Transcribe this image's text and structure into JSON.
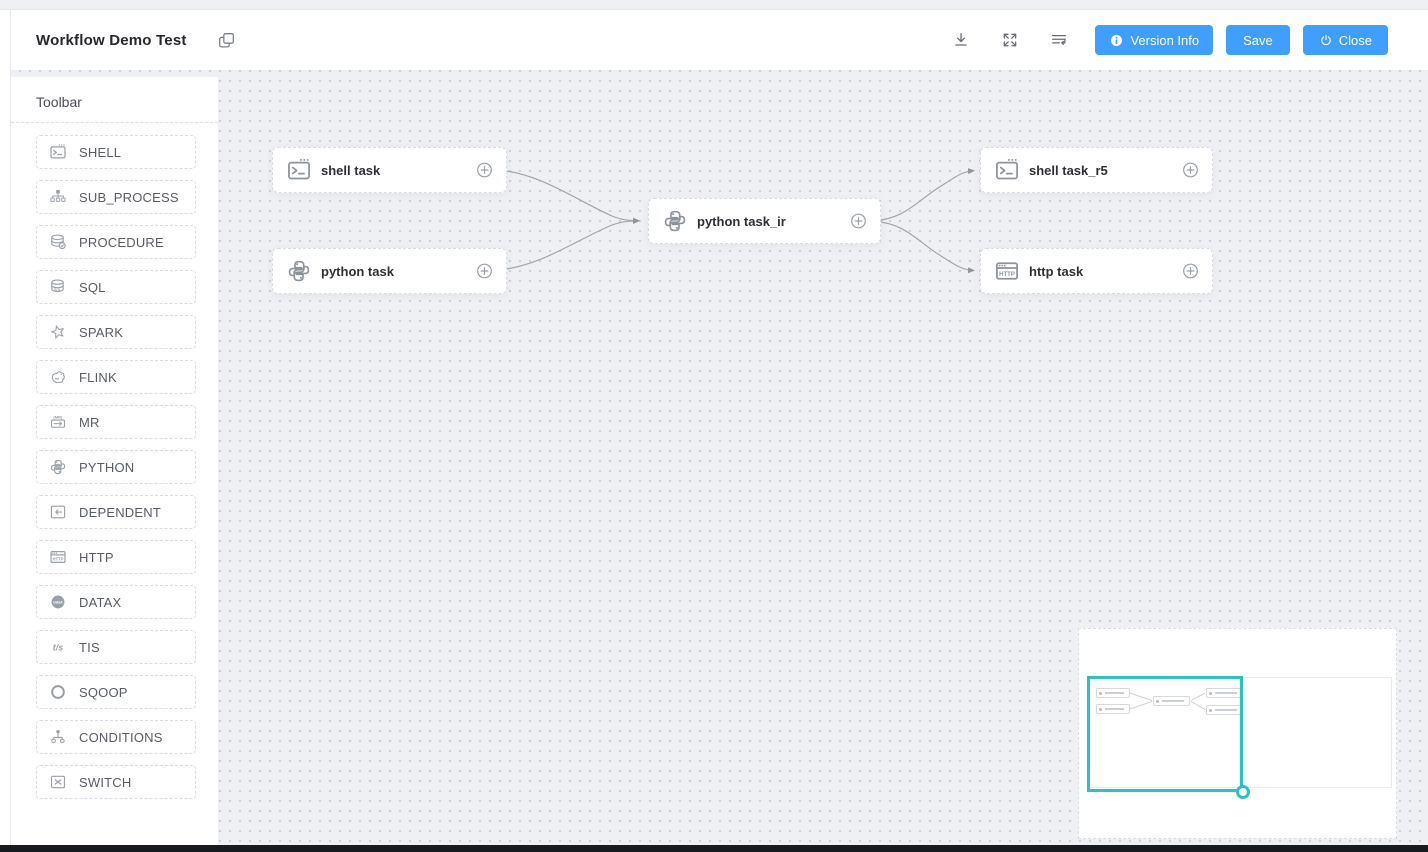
{
  "header": {
    "title": "Workflow Demo Test",
    "tools": {
      "copy_icon": "copy",
      "download_icon": "download",
      "fullscreen_icon": "fullscreen",
      "format_icon": "format-dag-layout"
    },
    "buttons": [
      {
        "label": "Version Info",
        "icon": "info-circle"
      },
      {
        "label": "Save"
      },
      {
        "label": "Close",
        "icon": "power"
      }
    ]
  },
  "toolbar": {
    "title": "Toolbar",
    "items": [
      {
        "label": "SHELL",
        "icon": "shell-terminal"
      },
      {
        "label": "SUB_PROCESS",
        "icon": "sub-process-tree"
      },
      {
        "label": "PROCEDURE",
        "icon": "database-check"
      },
      {
        "label": "SQL",
        "icon": "database-sql"
      },
      {
        "label": "SPARK",
        "icon": "spark-star"
      },
      {
        "label": "FLINK",
        "icon": "flink-squirrel"
      },
      {
        "label": "MR",
        "icon": "map-reduce"
      },
      {
        "label": "PYTHON",
        "icon": "python-logo"
      },
      {
        "label": "DEPENDENT",
        "icon": "dependent-arrow-box"
      },
      {
        "label": "HTTP",
        "icon": "http-browser"
      },
      {
        "label": "DATAX",
        "icon": "datax-badge"
      },
      {
        "label": "TIS",
        "icon": "tis-logo"
      },
      {
        "label": "SQOOP",
        "icon": "sqoop-circle"
      },
      {
        "label": "CONDITIONS",
        "icon": "conditions-fork"
      },
      {
        "label": "SWITCH",
        "icon": "switch-box"
      }
    ]
  },
  "canvas": {
    "nodes": [
      {
        "label": "shell task",
        "type": "shell"
      },
      {
        "label": "python task",
        "type": "python"
      },
      {
        "label": "python task_ir",
        "type": "python"
      },
      {
        "label": "shell task_r5",
        "type": "shell"
      },
      {
        "label": "http task",
        "type": "http"
      }
    ],
    "edges": [
      {
        "from": "shell task",
        "to": "python task_ir"
      },
      {
        "from": "python task",
        "to": "python task_ir"
      },
      {
        "from": "python task_ir",
        "to": "shell task_r5"
      },
      {
        "from": "python task_ir",
        "to": "http task"
      }
    ]
  },
  "minimap": {
    "viewport_color": "#2BC2C4"
  },
  "colors": {
    "accent_blue": "#409EFF",
    "canvas_bg": "#EEF0F4",
    "edge_gray": "#A0A5AC",
    "icon_gray": "#9AA0A8",
    "text_dark": "#2E3035"
  }
}
